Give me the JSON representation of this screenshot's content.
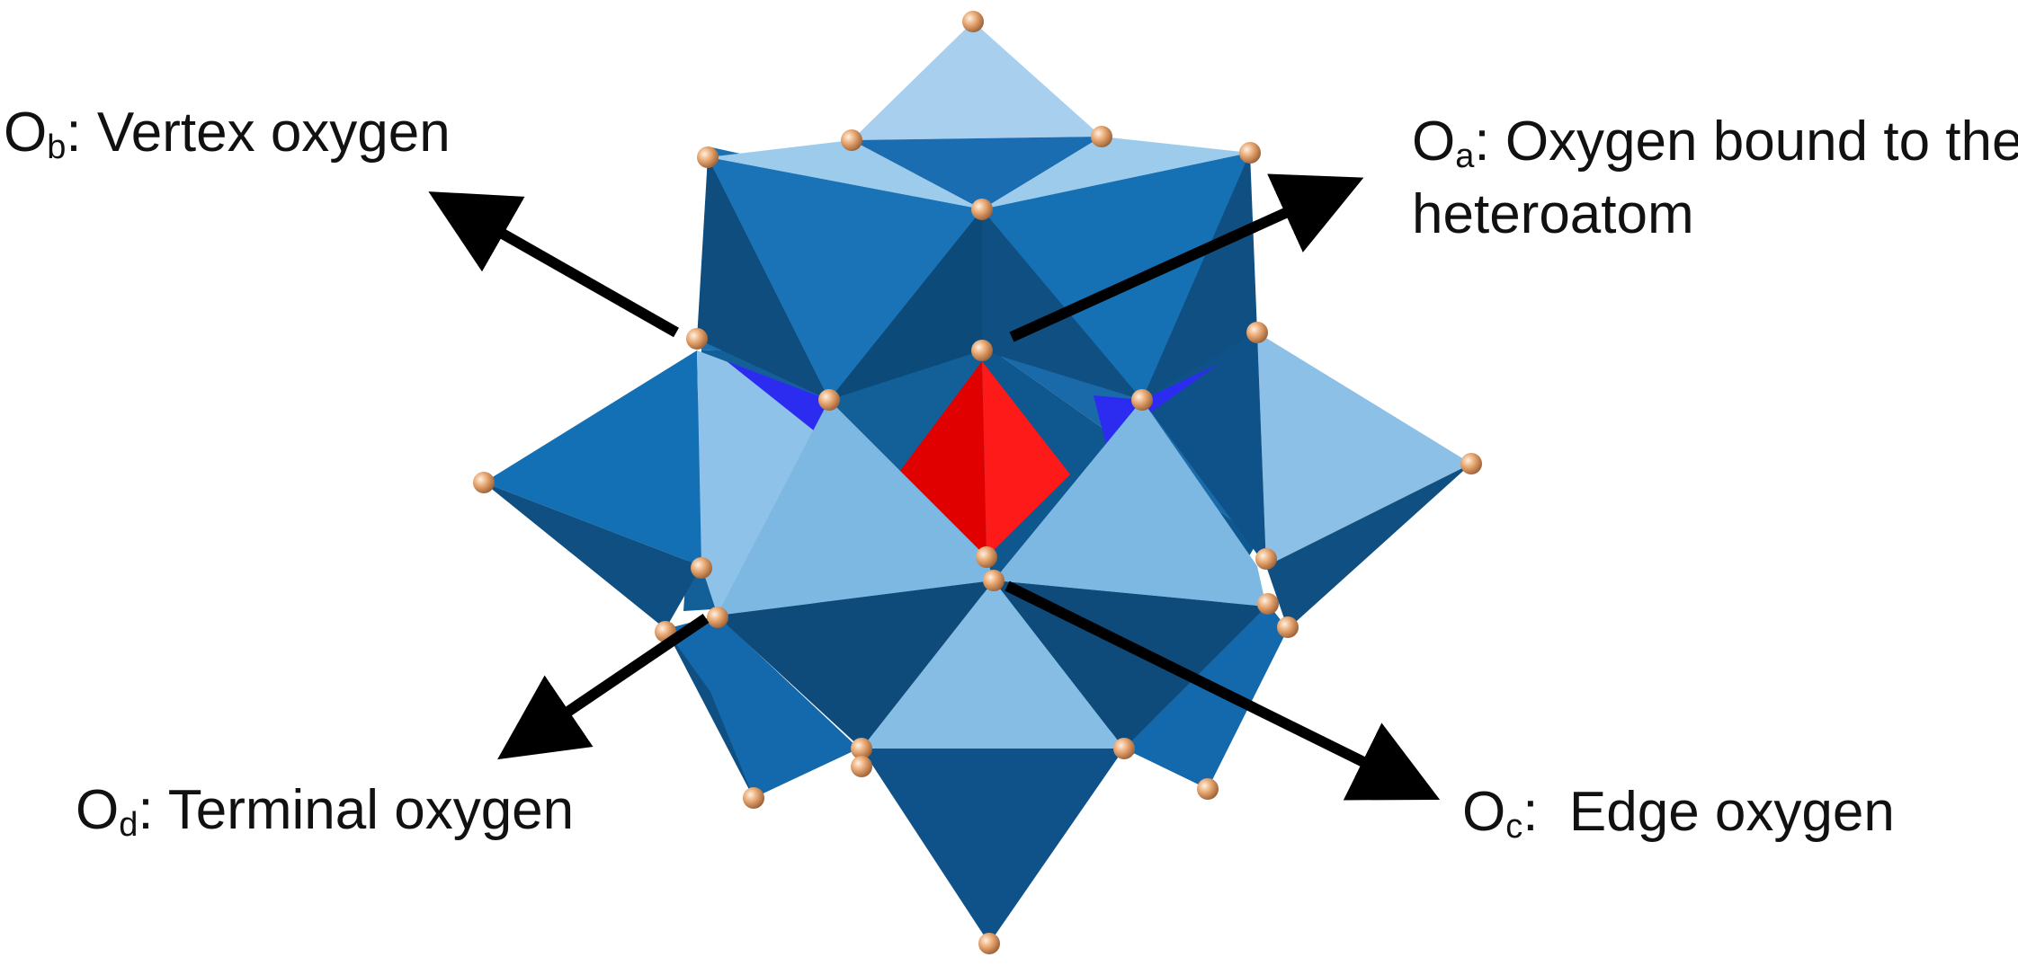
{
  "colors": {
    "background": "#ffffff",
    "octahedron_light": "#7db8e2",
    "octahedron_mid": "#1f74b6",
    "octahedron_dark": "#0f4f80",
    "heteroatom_tetrahedron": "#e00000",
    "tetrahedron_blue": "#2c2cf0",
    "oxygen_atom": "#e8a873",
    "arrow": "#000000"
  },
  "labels": {
    "ob": {
      "symbol": "O",
      "subscript": "b",
      "text": ": Vertex oxygen"
    },
    "oa": {
      "symbol": "O",
      "subscript": "a",
      "text": ": Oxygen bound to the",
      "text_line2": "heteroatom"
    },
    "od": {
      "symbol": "O",
      "subscript": "d",
      "text": ": Terminal oxygen"
    },
    "oc": {
      "symbol": "O",
      "subscript": "c",
      "text": ":  Edge oxygen"
    }
  }
}
